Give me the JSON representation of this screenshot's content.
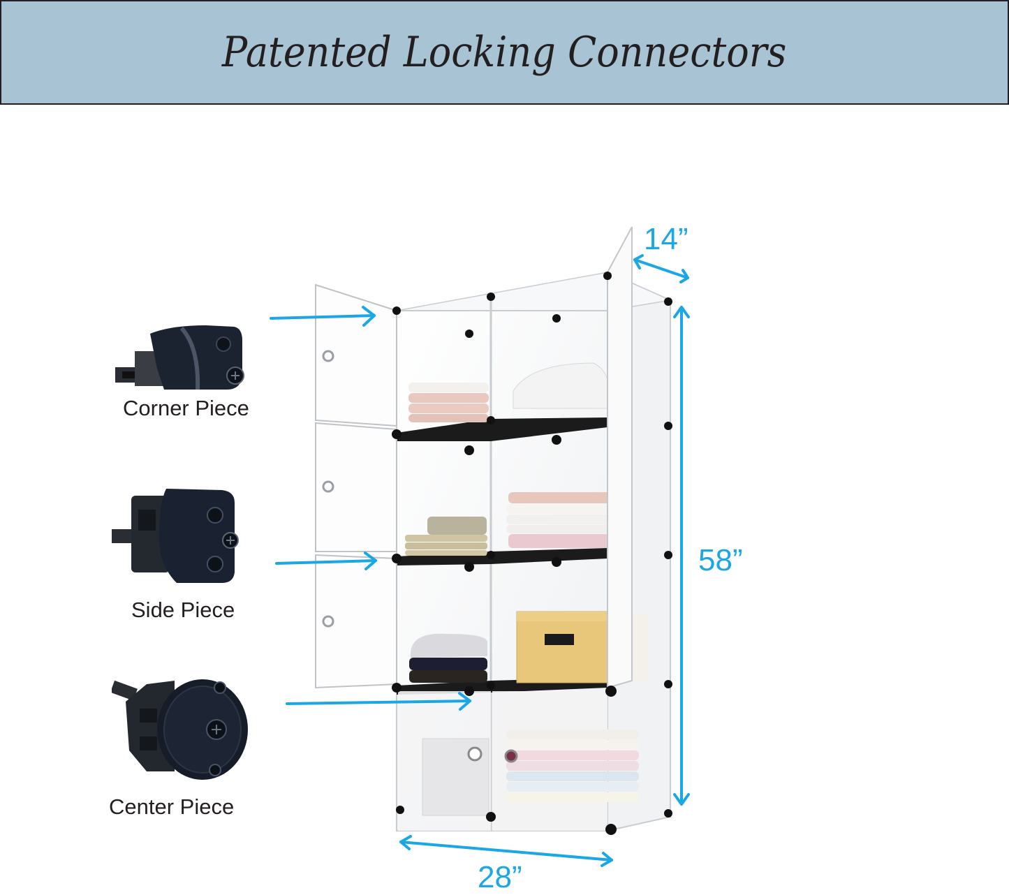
{
  "banner": {
    "title": "Patented Locking Connectors",
    "background_color": "#a7c3d4",
    "text_color": "#231f20"
  },
  "connectors": [
    {
      "label": "Corner Piece",
      "icon": "corner-connector-icon"
    },
    {
      "label": "Side Piece",
      "icon": "side-connector-icon"
    },
    {
      "label": "Center Piece",
      "icon": "center-connector-icon"
    }
  ],
  "dimensions": {
    "depth": "14”",
    "height": "58”",
    "width": "28”",
    "arrow_color": "#1aa7e6"
  },
  "product": {
    "name": "storage-cube-cabinet",
    "cubes_columns": 2,
    "cubes_rows": 4
  }
}
